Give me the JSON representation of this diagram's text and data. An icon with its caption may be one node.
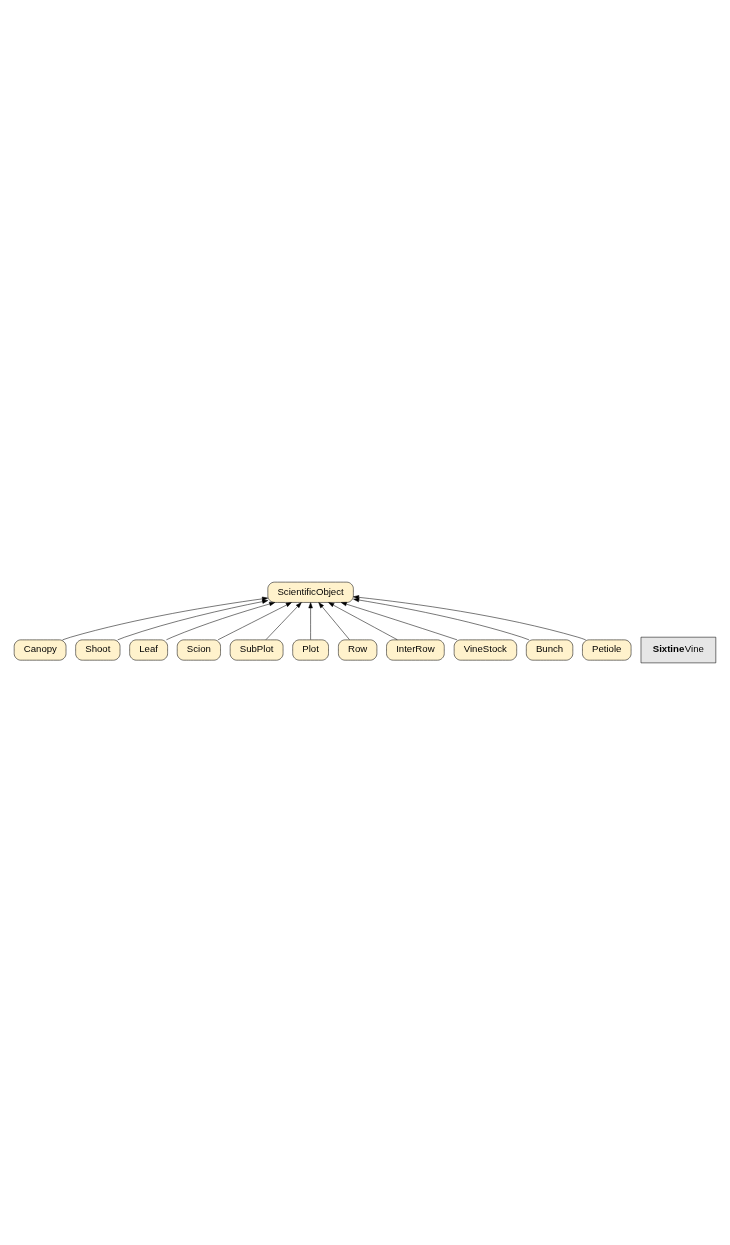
{
  "diagram": {
    "nodes": [
      {
        "text": [
          "ScientificObject"
        ]
      },
      {
        "text": [
          "Canopy"
        ]
      },
      {
        "text": [
          "Shoot"
        ]
      },
      {
        "text": [
          "Leaf"
        ]
      },
      {
        "text": [
          "Scion"
        ]
      },
      {
        "text": [
          "SubPlot"
        ]
      },
      {
        "text": [
          "Plot"
        ]
      },
      {
        "text": [
          "Row"
        ]
      },
      {
        "text": [
          "InterRow"
        ]
      },
      {
        "text": [
          "VineStock"
        ]
      },
      {
        "text": [
          "Bunch"
        ]
      },
      {
        "text": [
          "Petiole"
        ]
      },
      {
        "text": [
          "**Sixtine**Vine"
        ]
      }
    ],
    "edges": [
      {
        "from": 1,
        "to": 0,
        "arrow": "to"
      },
      {
        "from": 2,
        "to": 0,
        "arrow": "to"
      },
      {
        "from": 3,
        "to": 0,
        "arrow": "to"
      },
      {
        "from": 4,
        "to": 0,
        "arrow": "to"
      },
      {
        "from": 5,
        "to": 0,
        "arrow": "to"
      },
      {
        "from": 6,
        "to": 0,
        "arrow": "to"
      },
      {
        "from": 7,
        "to": 0,
        "arrow": "to"
      },
      {
        "from": 8,
        "to": 0,
        "arrow": "to"
      },
      {
        "from": 9,
        "to": 0,
        "arrow": "to"
      },
      {
        "from": 10,
        "to": 0,
        "arrow": "to"
      },
      {
        "from": 11,
        "to": 0,
        "arrow": "to"
      }
    ]
  }
}
